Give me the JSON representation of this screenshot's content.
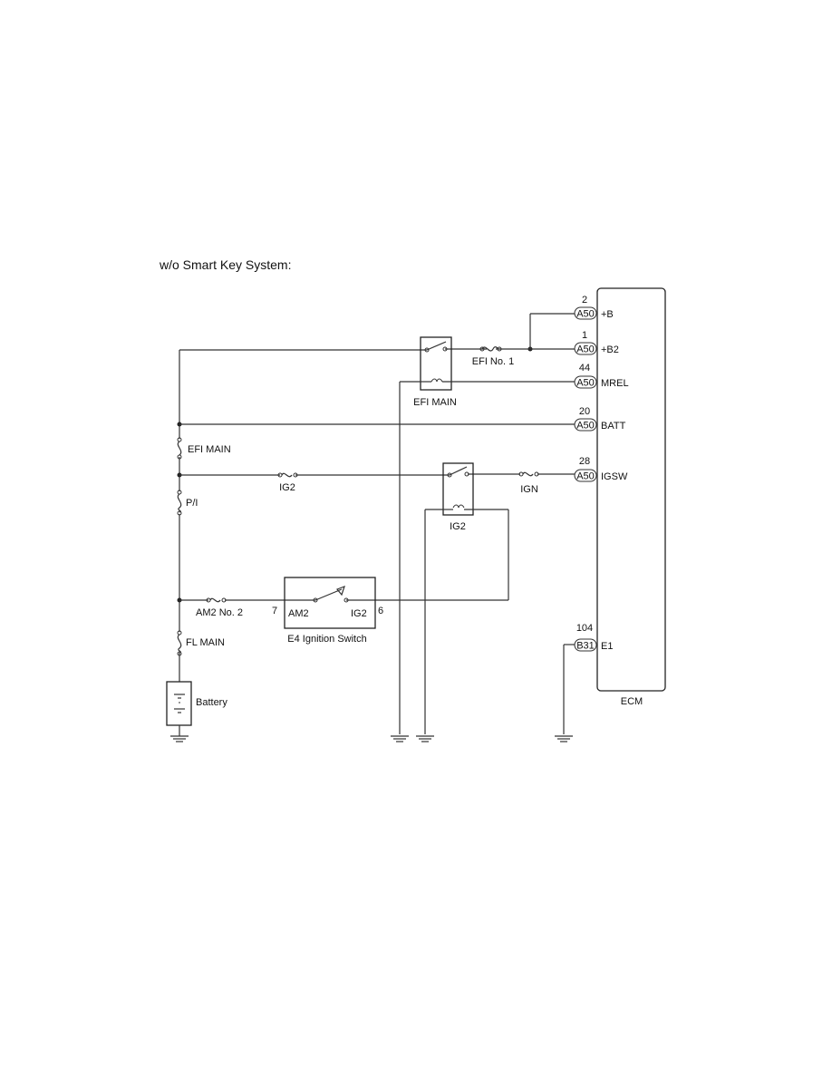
{
  "heading": "w/o Smart Key System:",
  "ecm": {
    "name": "ECM",
    "pins": [
      {
        "num": "2",
        "conn": "A50",
        "sig": "+B"
      },
      {
        "num": "1",
        "conn": "A50",
        "sig": "+B2"
      },
      {
        "num": "44",
        "conn": "A50",
        "sig": "MREL"
      },
      {
        "num": "20",
        "conn": "A50",
        "sig": "BATT"
      },
      {
        "num": "28",
        "conn": "A50",
        "sig": "IGSW"
      },
      {
        "num": "104",
        "conn": "B31",
        "sig": "E1"
      }
    ]
  },
  "relays": {
    "efi_main": "EFI MAIN",
    "ig2": "IG2"
  },
  "fuses": {
    "efi_no1": "EFI No. 1",
    "efi_main": "EFI MAIN",
    "ig2": "IG2",
    "ign": "IGN",
    "pi": "P/I",
    "am2_no2": "AM2 No. 2",
    "fl_main": "FL MAIN"
  },
  "ignition_switch": {
    "name": "E4 Ignition Switch",
    "left_term": "AM2",
    "right_term": "IG2",
    "left_pin": "7",
    "right_pin": "6"
  },
  "battery": "Battery"
}
